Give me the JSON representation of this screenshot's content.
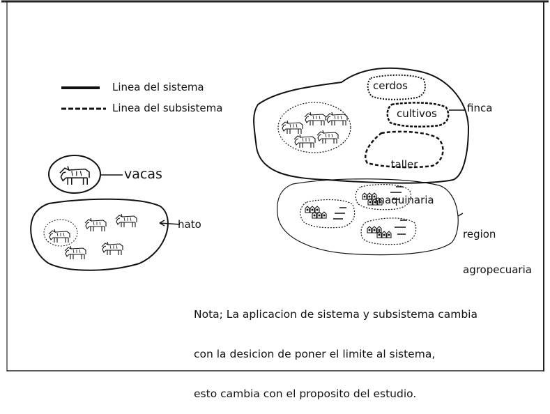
{
  "legend": {
    "system_line": "Linea del sistema",
    "subsystem_line": "Linea del subsistema"
  },
  "labels": {
    "vacas": "vacas",
    "hato": "hato",
    "cerdos": "cerdos",
    "cultivos": "cultivos",
    "taller_line1": "taller",
    "taller_line2": "maquinaria",
    "finca": "finca",
    "region_line1": "region",
    "region_line2": "agropecuaria"
  },
  "note": {
    "line1": "Nota; La aplicacion de sistema y subsistema cambia",
    "line2": "con la desicion de poner el limite al sistema,",
    "line3": "esto cambia con el proposito del estudio."
  },
  "icons": {
    "cow": "cow-icon",
    "farm": "farm-icon"
  },
  "colors": {
    "ink": "#111111",
    "background": "#ffffff",
    "frame": "#222222"
  }
}
